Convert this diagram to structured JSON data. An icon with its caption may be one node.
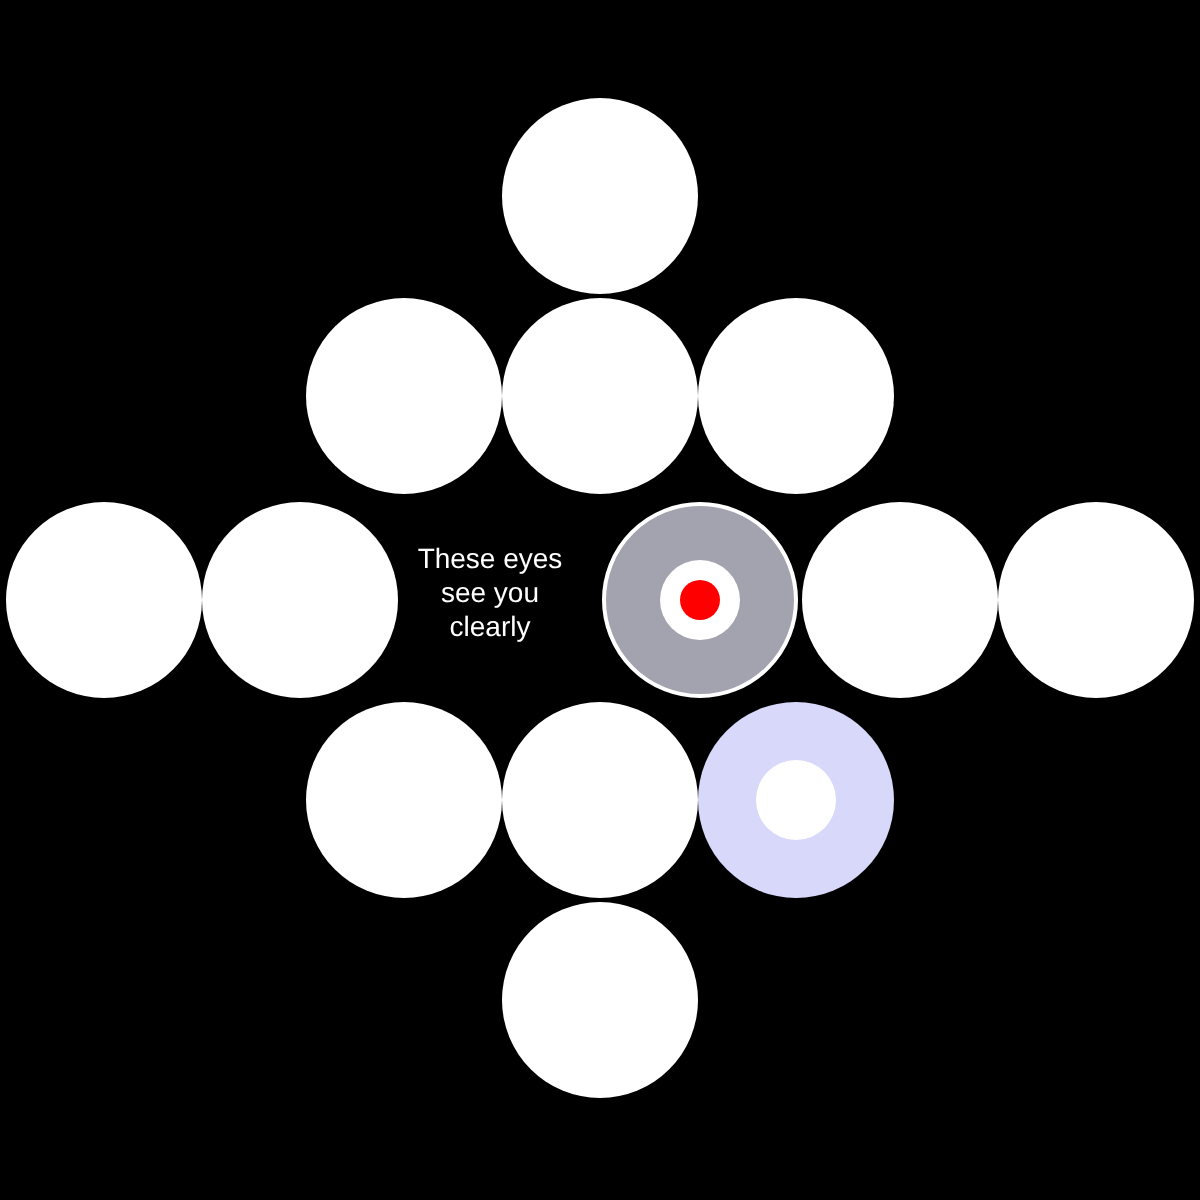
{
  "diagram": {
    "nodes": [
      {
        "text": [],
        "shape": "circle"
      },
      {
        "text": [],
        "shape": "circle"
      },
      {
        "text": [],
        "shape": "circle"
      },
      {
        "text": [],
        "shape": "circle"
      },
      {
        "text": [],
        "shape": "circle"
      },
      {
        "text": [],
        "shape": "circle"
      },
      {
        "text": [],
        "shape": "circle"
      },
      {
        "text": [],
        "shape": "circle"
      },
      {
        "text": [],
        "shape": "circle"
      },
      {
        "text": [],
        "shape": "circle"
      },
      {
        "text": [],
        "shape": "circle"
      },
      {
        "text": [],
        "shape": "circle"
      },
      {
        "text": [],
        "shape": "circle"
      }
    ],
    "labels": [
      "These eyes see you clearly"
    ]
  }
}
